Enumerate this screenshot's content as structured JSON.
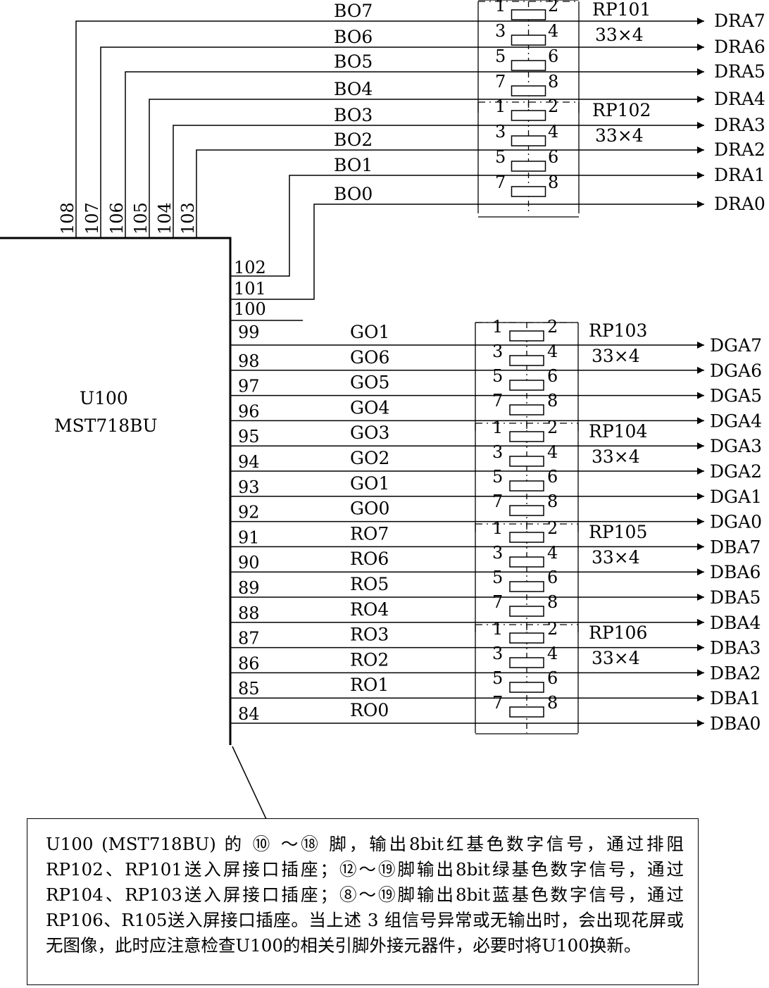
{
  "chip": {
    "ref": "U100",
    "model": "MST718BU"
  },
  "top_pins": [
    "108",
    "107",
    "106",
    "105",
    "104",
    "103"
  ],
  "side_pins_unused": [
    "102",
    "101",
    "100"
  ],
  "blue_group": {
    "signals": [
      "BO7",
      "BO6",
      "BO5",
      "BO4",
      "BO3",
      "BO2",
      "BO1",
      "BO0"
    ],
    "outputs": [
      "DRA7",
      "DRA6",
      "DRA5",
      "DRA4",
      "DRA3",
      "DRA2",
      "DRA1",
      "DRA0"
    ],
    "packs": [
      {
        "ref": "RP101",
        "value": "33×4",
        "pins": [
          "1",
          "2",
          "3",
          "4",
          "5",
          "6",
          "7",
          "8"
        ]
      },
      {
        "ref": "RP102",
        "value": "33×4",
        "pins": [
          "1",
          "2",
          "3",
          "4",
          "5",
          "6",
          "7",
          "8"
        ]
      }
    ]
  },
  "lower_group": {
    "pins": [
      "99",
      "98",
      "97",
      "96",
      "95",
      "94",
      "93",
      "92",
      "91",
      "90",
      "89",
      "88",
      "87",
      "86",
      "85",
      "84"
    ],
    "signals": [
      "GO1",
      "GO6",
      "GO5",
      "GO4",
      "GO3",
      "GO2",
      "GO1",
      "GO0",
      "RO7",
      "RO6",
      "RO5",
      "RO4",
      "RO3",
      "RO2",
      "RO1",
      "RO0"
    ],
    "outputs": [
      "DGA7",
      "DGA6",
      "DGA5",
      "DGA4",
      "DGA3",
      "DGA2",
      "DGA1",
      "DGA0",
      "DBA7",
      "DBA6",
      "DBA5",
      "DBA4",
      "DBA3",
      "DBA2",
      "DBA1",
      "DBA0"
    ],
    "packs": [
      {
        "ref": "RP103",
        "value": "33×4",
        "pins": [
          "1",
          "2",
          "3",
          "4",
          "5",
          "6",
          "7",
          "8"
        ]
      },
      {
        "ref": "RP104",
        "value": "33×4",
        "pins": [
          "1",
          "2",
          "3",
          "4",
          "5",
          "6",
          "7",
          "8"
        ]
      },
      {
        "ref": "RP105",
        "value": "33×4",
        "pins": [
          "1",
          "2",
          "3",
          "4",
          "5",
          "6",
          "7",
          "8"
        ]
      },
      {
        "ref": "RP106",
        "value": "33×4",
        "pins": [
          "1",
          "2",
          "3",
          "4",
          "5",
          "6",
          "7",
          "8"
        ]
      }
    ]
  },
  "note": {
    "text": "U100 (MST718BU) 的 ⑩ ～⑱ 脚，输出8bit红基色数字信号，通过排阻RP102、RP101送入屏接口插座；⑫～⑲脚输出8bit绿基色数字信号，通过RP104、RP103送入屏接口插座；⑧～⑲脚输出8bit蓝基色数字信号，通过RP106、R105送入屏接口插座。当上述 3 组信号异常或无输出时，会出现花屏或无图像，此时应注意检查U100的相关引脚外接元器件，必要时将U100换新。"
  }
}
